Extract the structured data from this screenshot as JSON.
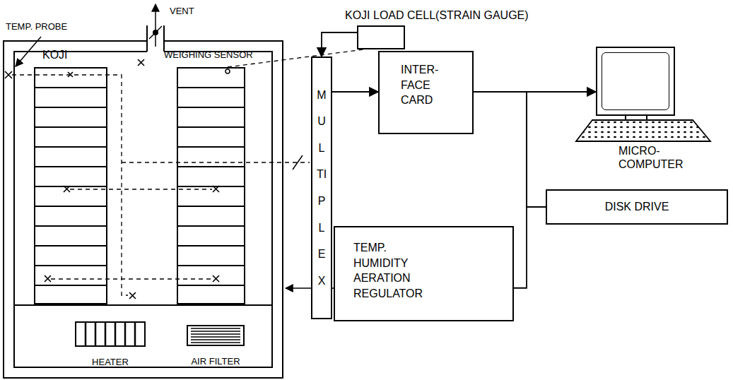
{
  "diagram": {
    "nodes": [
      {
        "text": [
          "KOJI"
        ]
      },
      {
        "text": [
          "WEIGHING SENSOR"
        ]
      },
      {
        "text": [
          "HEATER"
        ]
      },
      {
        "text": [
          "AIR FILTER"
        ]
      },
      {
        "text": [
          "KOJI LOAD CELL(STRAIN GAUGE)"
        ]
      },
      {
        "text": [
          "MULTIPLEX"
        ]
      },
      {
        "text": [
          "INTER- FACE CARD"
        ]
      },
      {
        "text": [
          "MICRO- COMPUTER"
        ]
      },
      {
        "text": [
          "DISK DRIVE"
        ]
      },
      {
        "text": [
          "TEMP. HUMIDITY AERATION REGULATOR"
        ]
      }
    ],
    "edges": [
      {
        "from": 1,
        "to": 4,
        "arrow": "none"
      },
      {
        "from": 4,
        "to": 5,
        "arrow": "to"
      },
      {
        "from": 5,
        "to": 6,
        "arrow": "to"
      },
      {
        "from": 6,
        "to": 7,
        "arrow": "to"
      },
      {
        "from": 6,
        "to": 8,
        "arrow": "none"
      },
      {
        "from": 6,
        "to": 9,
        "arrow": "none"
      }
    ],
    "labels": [
      "TEMP. PROBE",
      "VENT"
    ]
  }
}
